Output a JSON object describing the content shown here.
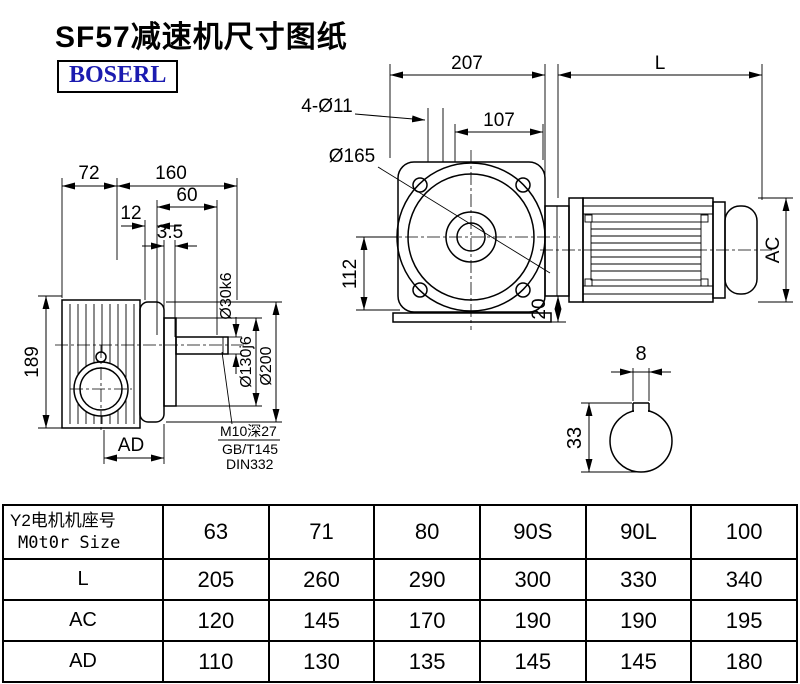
{
  "title": "SF57减速机尺寸图纸",
  "logo": "BOSERL",
  "colors": {
    "logo_blue": "#1b1bb0",
    "line": "#000000"
  },
  "drawing": {
    "left_view": {
      "dim_72": "72",
      "dim_160": "160",
      "dim_60": "60",
      "dim_12": "12",
      "dim_3_5": "3.5",
      "dim_189": "189",
      "dim_AD": "AD",
      "dia_shaft": "Ø30k6",
      "dia_spigot": "Ø130j6",
      "dia_flange": "Ø200",
      "note_line1": "M10深27",
      "note_line2": "GB/T145",
      "note_line3": "DIN332"
    },
    "right_view": {
      "dim_207": "207",
      "dim_L": "L",
      "dim_holes": "4-Ø11",
      "dim_107": "107",
      "dia_165": "Ø165",
      "dim_112": "112",
      "dim_20": "20",
      "dim_AC": "AC"
    },
    "shaft_section": {
      "dim_8": "8",
      "dim_33": "33"
    }
  },
  "table": {
    "header": {
      "cn": "Y2电机机座号",
      "en": "M0t0r Size"
    },
    "columns": [
      "63",
      "71",
      "80",
      "90S",
      "90L",
      "100"
    ],
    "rows": [
      {
        "label": "L",
        "values": [
          "205",
          "260",
          "290",
          "300",
          "330",
          "340"
        ]
      },
      {
        "label": "AC",
        "values": [
          "120",
          "145",
          "170",
          "190",
          "190",
          "195"
        ]
      },
      {
        "label": "AD",
        "values": [
          "110",
          "130",
          "135",
          "145",
          "145",
          "180"
        ]
      }
    ]
  }
}
